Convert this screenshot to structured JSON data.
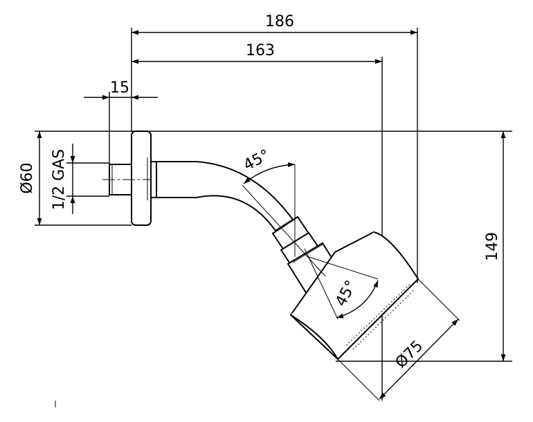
{
  "dimensions": {
    "overall_length": "186",
    "arm_length": "163",
    "flange_depth": "15",
    "height": "149",
    "flange_diameter": "Ø60",
    "thread": "1/2 GAS",
    "head_diameter": "Ø75",
    "arm_angle": "45°",
    "head_tilt": "45°"
  }
}
